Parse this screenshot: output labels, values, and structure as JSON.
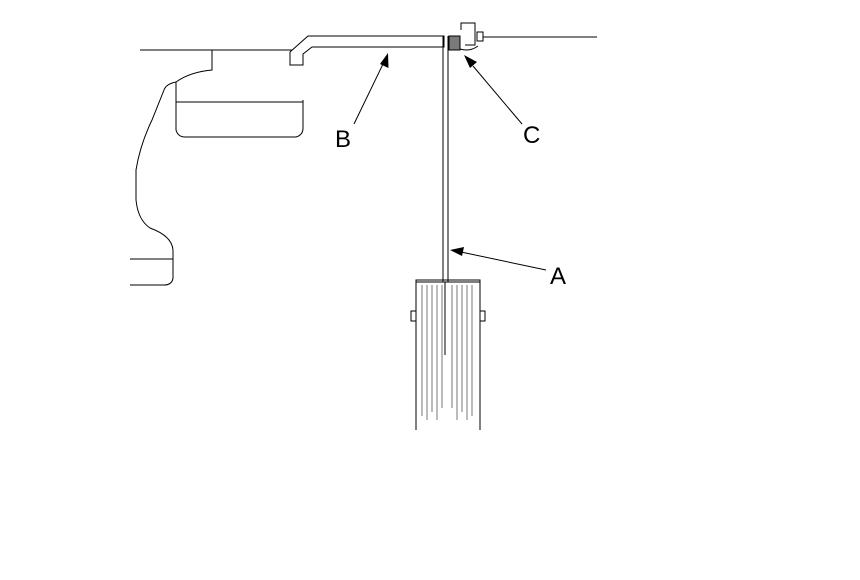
{
  "labels": {
    "a": "A",
    "b": "B",
    "c": "C"
  },
  "colors": {
    "line": "#000000",
    "component_fill": "#7a7a7a"
  }
}
